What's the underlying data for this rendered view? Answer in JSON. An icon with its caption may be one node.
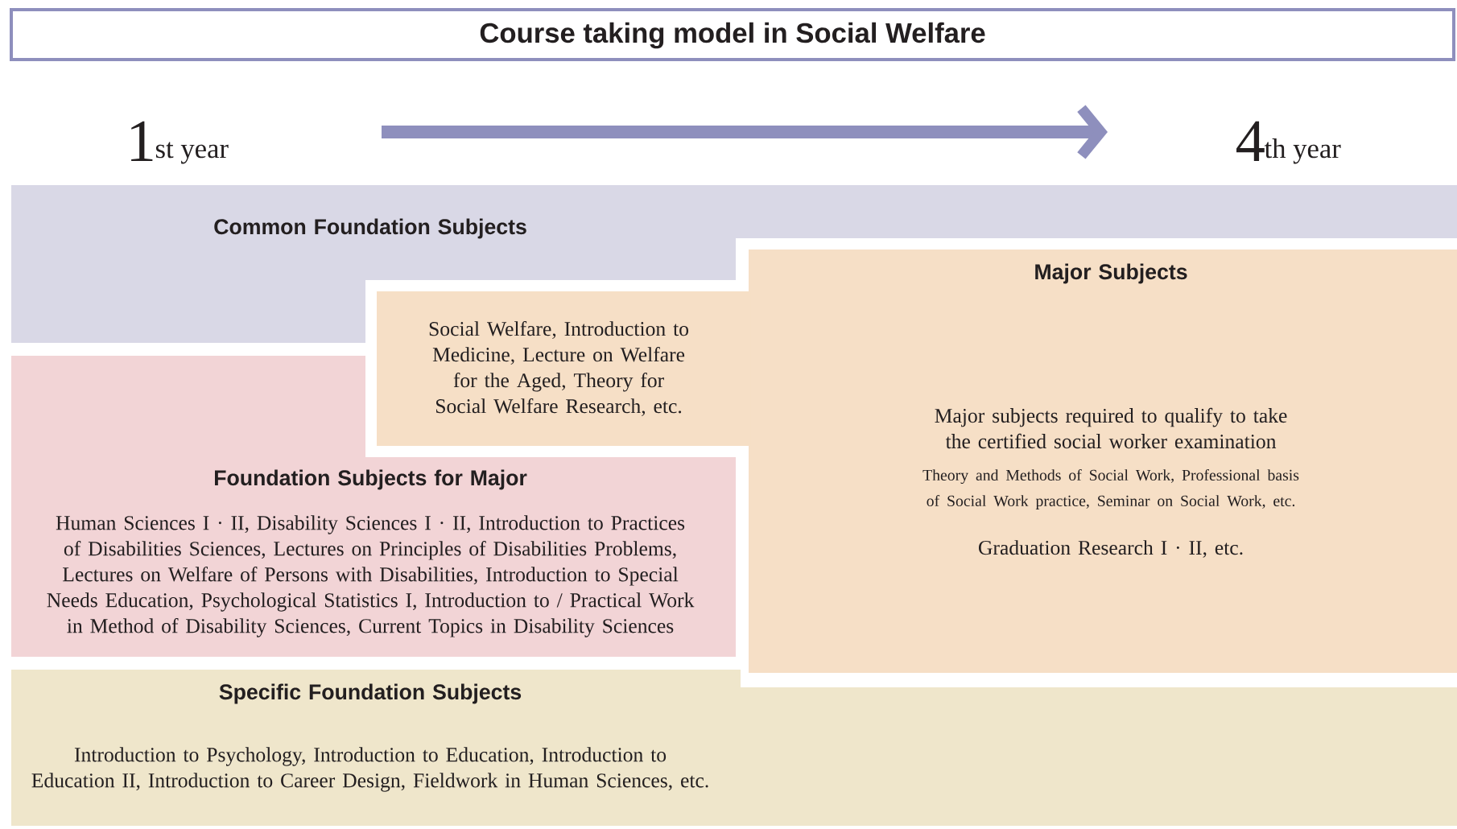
{
  "diagram": {
    "title": "Course taking model in Social Welfare",
    "nodes": [
      {
        "text": [
          "Common Foundation Subjects"
        ]
      },
      {
        "text": [
          "Major Subjects",
          "Major subjects required to qualify to take the certified social worker examination",
          "Theory and Methods of Social Work, Professional basis of Social Work practice, Seminar on Social Work, etc.",
          "Graduation Research I · II, etc."
        ]
      },
      {
        "text": [
          "Social Welfare, Introduction to Medicine, Lecture on Welfare for the Aged, Theory for Social Welfare Research, etc."
        ]
      },
      {
        "text": [
          "Foundation Subjects for Major",
          "Human Sciences I · II, Disability Sciences I · II, Introduction to Practices of Disabilities Sciences, Lectures on Principles of Disabilities Problems, Lectures on Welfare of Persons with Disabilities, Introduction to Special Needs Education, Psychological Statistics I, Introduction to / Practical Work in Method of Disability Sciences, Current Topics in Disability Sciences"
        ]
      },
      {
        "text": [
          "Specific Foundation Subjects",
          "Introduction to Psychology, Introduction to Education, Introduction to Education II, Introduction to Career Design, Fieldwork in Human Sciences, etc."
        ]
      }
    ],
    "labels": [
      "1",
      "st year",
      "4",
      "th year"
    ]
  }
}
